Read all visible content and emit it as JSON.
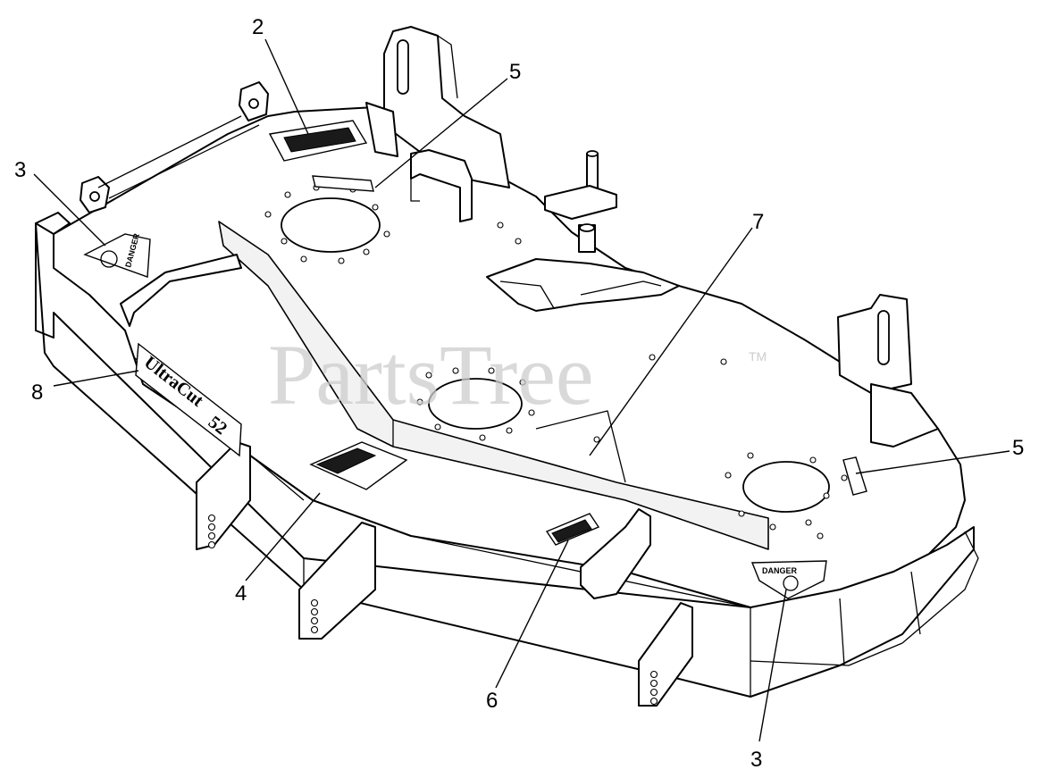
{
  "diagram": {
    "watermark": "PartsTree",
    "watermark_tm": "TM",
    "callouts": [
      {
        "id": "c2",
        "label": "2"
      },
      {
        "id": "c5a",
        "label": "5"
      },
      {
        "id": "c3a",
        "label": "3"
      },
      {
        "id": "c7",
        "label": "7"
      },
      {
        "id": "c8",
        "label": "8"
      },
      {
        "id": "c5b",
        "label": "5"
      },
      {
        "id": "c4",
        "label": "4"
      },
      {
        "id": "c6",
        "label": "6"
      },
      {
        "id": "c3b",
        "label": "3"
      }
    ],
    "decals": {
      "danger_left": "DANGER",
      "danger_right": "DANGER",
      "brand_plate": "UltraCut",
      "brand_size": "52"
    }
  }
}
